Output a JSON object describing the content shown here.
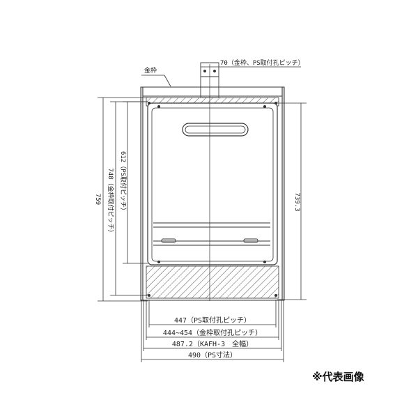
{
  "labels": {
    "frame": "金枠",
    "top_pitch": "70（金枠、PS取付孔ピッチ）",
    "h759": "759",
    "h748": "748（金枠取付ピッチ）",
    "h612": "612（PS取付ピッチ）",
    "h739": "739.3",
    "w447": "447（PS取付孔ピッチ）",
    "w444": "444~454（金枠取付孔ピッチ）",
    "w487": "487.2（KAFH-3　全幅）",
    "w490": "490（PS寸法）"
  },
  "note": "※代表画像",
  "colors": {
    "line": "#333333",
    "hatch": "#555555",
    "panel": "#ffffff"
  }
}
